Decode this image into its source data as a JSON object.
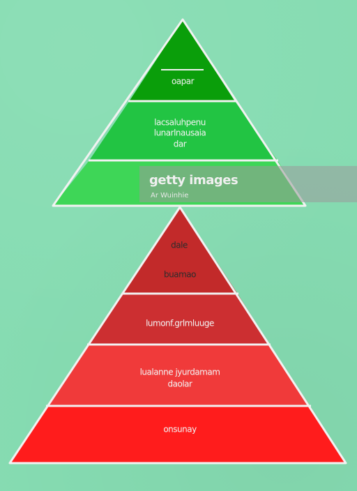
{
  "colors": {
    "background": "#86dcb2",
    "outline": "#f2f2f2",
    "green_tier_top": "#0a9e0a",
    "green_tier_mid": "#22c443",
    "green_tier_bottom": "#3ed657",
    "red_tier_1": "#c22a2a",
    "red_tier_2": "#cc2f31",
    "red_tier_3": "#d33434",
    "red_tier_4": "#f03a3a",
    "red_tier_5": "#ff1c1c"
  },
  "green_pyramid": {
    "tiers": [
      {
        "lines": [
          "oapar"
        ]
      },
      {
        "lines": [
          "lacsaluhpenu",
          "lunarlnausaia",
          "dar"
        ]
      },
      {
        "lines": []
      }
    ]
  },
  "red_pyramid": {
    "tiers": [
      {
        "lines": [
          "dale"
        ]
      },
      {
        "lines": [
          "buamao"
        ]
      },
      {
        "lines": [
          "lumonf.grlmluuge"
        ]
      },
      {
        "lines": [
          "lualanne jyurdamam",
          "daolar"
        ]
      },
      {
        "lines": [
          "onsunay"
        ]
      }
    ]
  },
  "watermark": {
    "title": "getty images",
    "subtitle": "Ar Wuinhie"
  }
}
